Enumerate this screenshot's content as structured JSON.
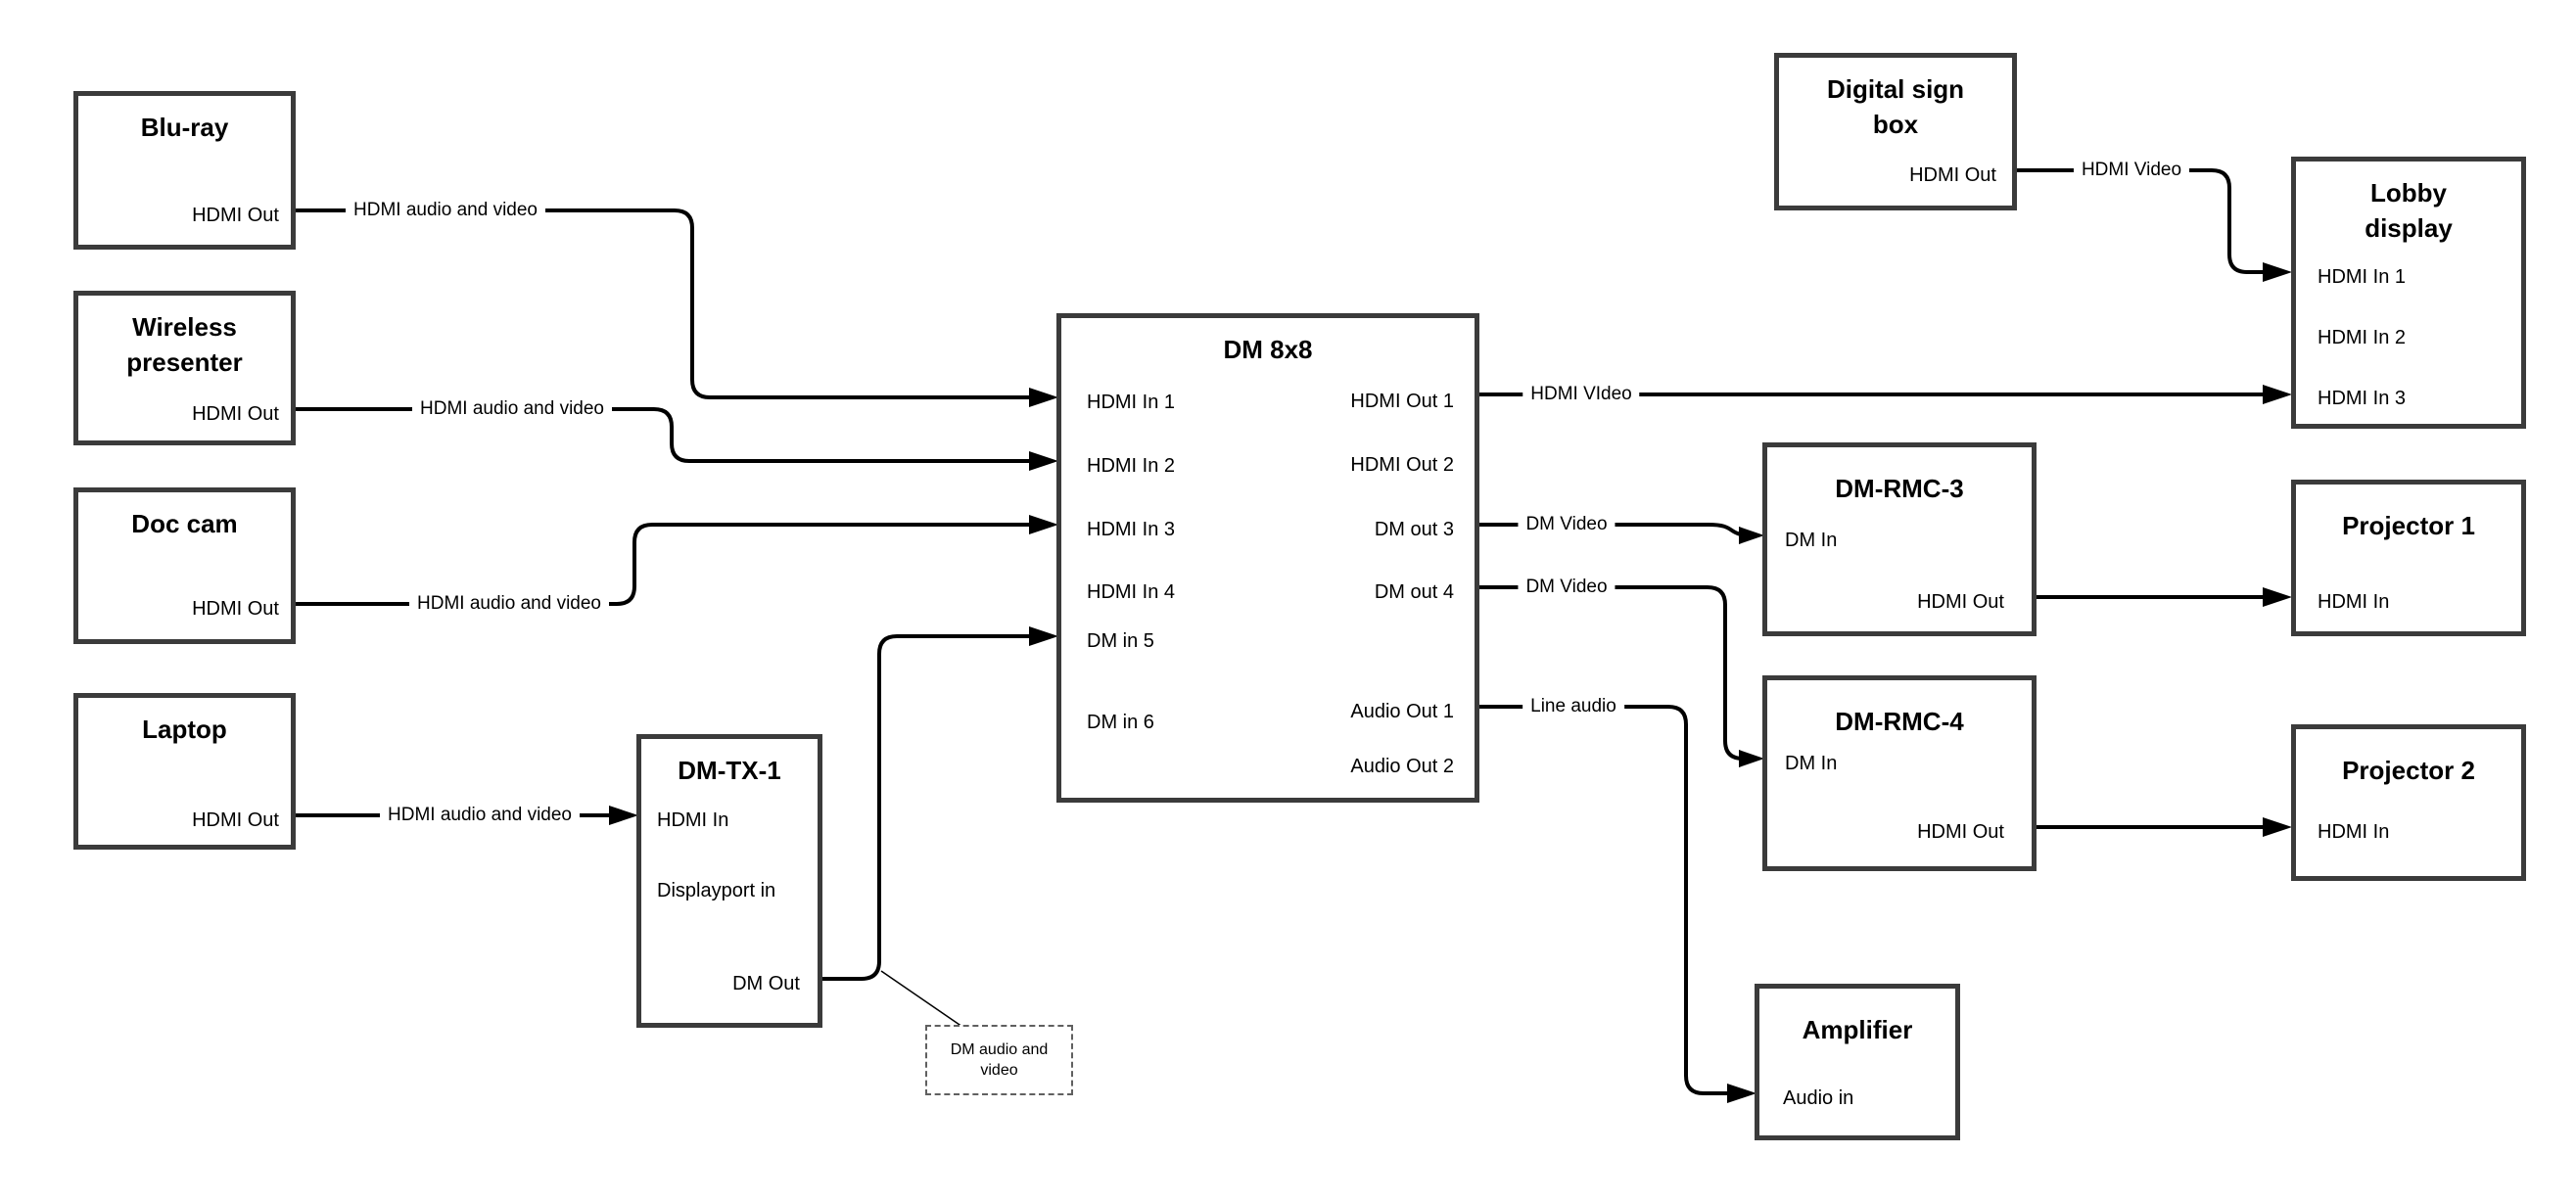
{
  "colors": {
    "line": "#000000",
    "box_border": "#3b3b3b",
    "background": "#ffffff",
    "text": "#000000"
  },
  "devices": {
    "bluray": {
      "title": "Blu-ray",
      "port_hdmi_out": "HDMI Out"
    },
    "wireless_presenter": {
      "title": "Wireless presenter",
      "port_hdmi_out": "HDMI Out"
    },
    "doc_cam": {
      "title": "Doc cam",
      "port_hdmi_out": "HDMI Out"
    },
    "laptop": {
      "title": "Laptop",
      "port_hdmi_out": "HDMI Out"
    },
    "dm_tx_1": {
      "title": "DM-TX-1",
      "port_hdmi_in": "HDMI In",
      "port_displayport_in": "Displayport in",
      "port_dm_out": "DM Out"
    },
    "dm_8x8": {
      "title": "DM 8x8",
      "inputs": [
        "HDMI In 1",
        "HDMI In 2",
        "HDMI In 3",
        "HDMI In 4",
        "DM in 5",
        "DM in 6"
      ],
      "outputs": [
        "HDMI Out 1",
        "HDMI Out 2",
        "DM out 3",
        "DM out 4",
        "Audio Out 1",
        "Audio Out 2"
      ]
    },
    "digital_sign_box": {
      "title": "Digital sign box",
      "port_hdmi_out": "HDMI Out"
    },
    "lobby_display": {
      "title": "Lobby display",
      "inputs": [
        "HDMI In 1",
        "HDMI In 2",
        "HDMI In 3"
      ]
    },
    "dm_rmc_3": {
      "title": "DM-RMC-3",
      "port_dm_in": "DM In",
      "port_hdmi_out": "HDMI Out"
    },
    "projector_1": {
      "title": "Projector 1",
      "port_hdmi_in": "HDMI In"
    },
    "dm_rmc_4": {
      "title": "DM-RMC-4",
      "port_dm_in": "DM In",
      "port_hdmi_out": "HDMI Out"
    },
    "projector_2": {
      "title": "Projector 2",
      "port_hdmi_in": "HDMI In"
    },
    "amplifier": {
      "title": "Amplifier",
      "port_audio_in": "Audio in"
    }
  },
  "connections": {
    "bluray_to_dm8x8": "HDMI audio and video",
    "wireless_to_dm8x8": "HDMI audio and video",
    "doccam_to_dm8x8": "HDMI audio and video",
    "laptop_to_dmtx1": "HDMI audio and video",
    "hdmi_out_1_line": "HDMI VIdeo",
    "dm_out_3_line": "DM Video",
    "dm_out_4_line": "DM Video",
    "audio_out_1_line": "Line audio",
    "digital_sign_to_lobby": "HDMI Video"
  },
  "note": {
    "text": "DM audio and video"
  }
}
